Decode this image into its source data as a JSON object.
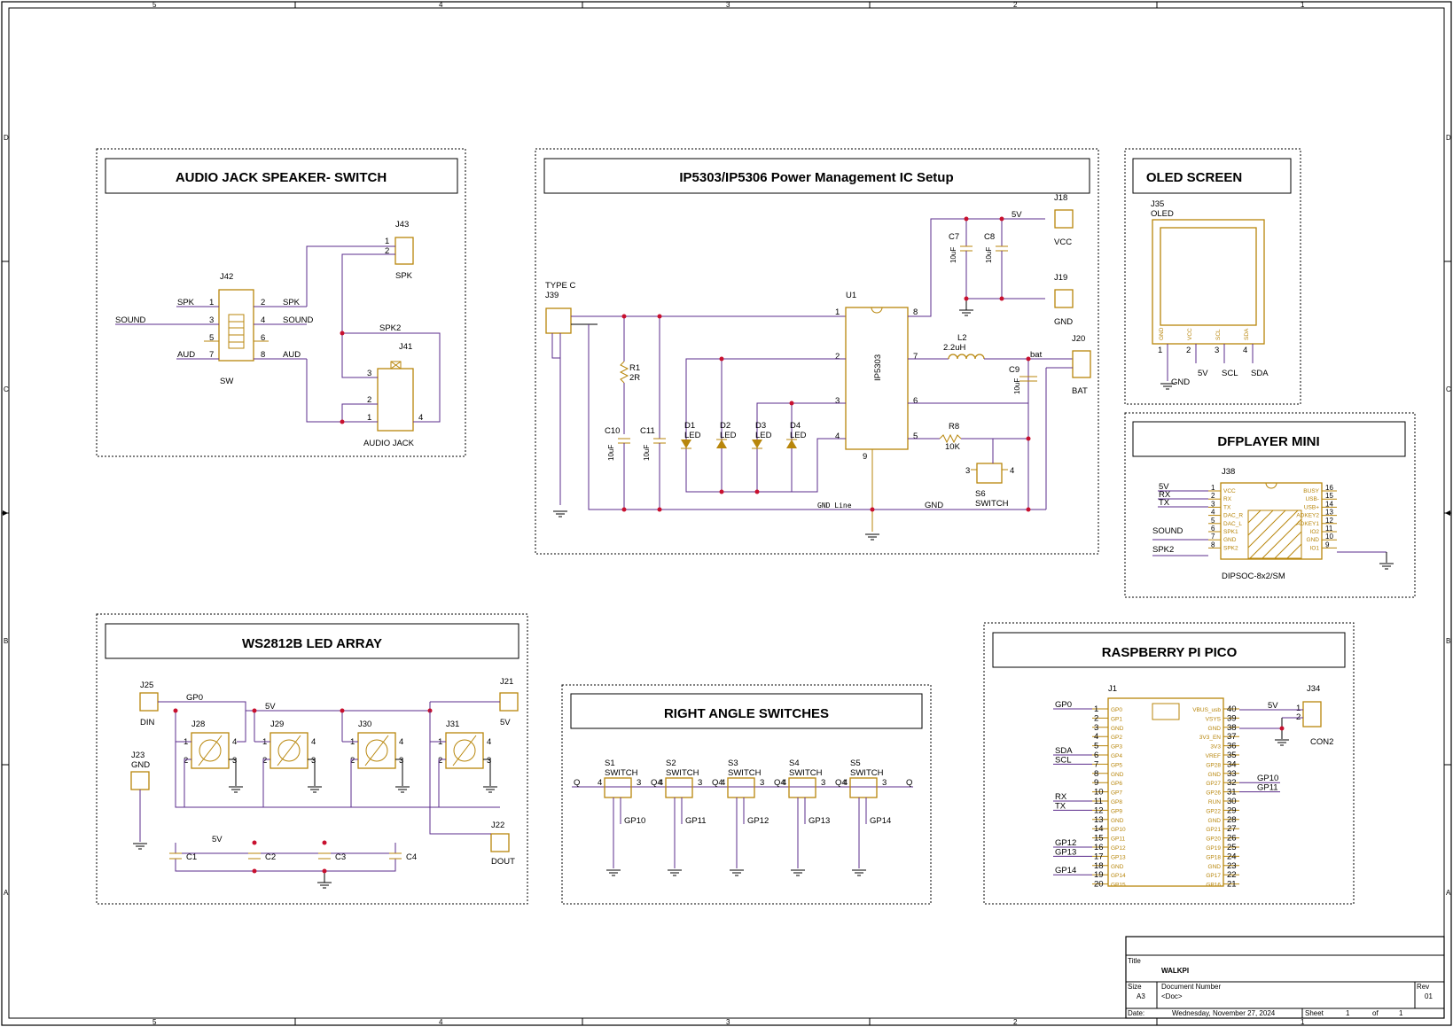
{
  "frame": {
    "col_labels": [
      "5",
      "4",
      "3",
      "2",
      "1"
    ],
    "row_labels": [
      "D",
      "C",
      "B",
      "A"
    ]
  },
  "blocks": {
    "audio": {
      "title": "AUDIO JACK SPEAKER- SWITCH",
      "j42": "J42",
      "sw": "SW",
      "j43": "J43",
      "spk_name": "SPK",
      "j41": "J41",
      "audio_jack": "AUDIO JACK",
      "net_spk": "SPK",
      "net_sound": "SOUND",
      "net_aud": "AUD",
      "net_spk2": "SPK2",
      "pins": [
        "1",
        "3",
        "5",
        "7",
        "2",
        "4",
        "6",
        "8"
      ],
      "j43_pins": [
        "1",
        "2"
      ],
      "j41_pins": [
        "3",
        "2",
        "1",
        "4"
      ]
    },
    "power": {
      "title": "IP5303/IP5306 Power Management IC Setup",
      "type_c": "TYPE C",
      "j39": "J39",
      "u1": "U1",
      "ic": "IP5303",
      "r1": "R1",
      "r1v": "2R",
      "c10": "C10",
      "c11": "C11",
      "cap_val": "10uF",
      "d1": "D1",
      "d2": "D2",
      "d3": "D3",
      "d4": "D4",
      "led": "LED",
      "l2": "L2",
      "l2v": "2.2uH",
      "r8": "R8",
      "r8v": "10K",
      "s6": "S6",
      "switch": "SWITCH",
      "c7": "C7",
      "c8": "C8",
      "c9": "C9",
      "j18": "J18",
      "vcc": "VCC",
      "j19": "J19",
      "gnd": "GND",
      "j20": "J20",
      "bat": "BAT",
      "net_5v": "5V",
      "net_bat": "bat",
      "net_gnd_line": "GND Line",
      "net_gnd": "GND",
      "ic_pins": [
        "1",
        "2",
        "3",
        "4",
        "8",
        "7",
        "6",
        "5",
        "9"
      ]
    },
    "oled": {
      "title": "OLED SCREEN",
      "j35": "J35",
      "type": "OLED",
      "pin_names": [
        "GND",
        "VCC",
        "SCL",
        "SDA"
      ],
      "pins": [
        "1",
        "2",
        "3",
        "4"
      ],
      "nets": [
        "GND",
        "5V",
        "SCL",
        "SDA"
      ]
    },
    "dfplayer": {
      "title": "DFPLAYER MINI",
      "j38": "J38",
      "pkg": "DIPSOC-8x2/SM",
      "left_pins": [
        "1",
        "2",
        "3",
        "4",
        "5",
        "6",
        "7",
        "8"
      ],
      "left_names": [
        "VCC",
        "RX",
        "TX",
        "DAC_R",
        "DAC_L",
        "SPK1",
        "GND",
        "SPK2"
      ],
      "right_pins": [
        "16",
        "15",
        "14",
        "13",
        "12",
        "11",
        "10",
        "9"
      ],
      "right_names": [
        "BUSY",
        "USB-",
        "USB+",
        "ADKEY2",
        "ADKEY1",
        "IO2",
        "GND",
        "IO1"
      ],
      "nets": [
        "5V",
        "RX",
        "TX",
        "SOUND",
        "SPK2"
      ]
    },
    "ws": {
      "title": "WS2812B LED ARRAY",
      "j25": "J25",
      "din": "DIN",
      "j23": "J23",
      "gnd": "GND",
      "j21": "J21",
      "j22": "J22",
      "dout": "DOUT",
      "leds": [
        "J28",
        "J29",
        "J30",
        "J31"
      ],
      "caps": [
        "C1",
        "C2",
        "C3",
        "C4"
      ],
      "net_gp0": "GP0",
      "net_5v": "5V"
    },
    "switches": {
      "title": "RIGHT ANGLE SWITCHES",
      "names": [
        "S1",
        "S2",
        "S3",
        "S4",
        "S5"
      ],
      "type": "SWITCH",
      "nets": [
        "GP10",
        "GP11",
        "GP12",
        "GP13",
        "GP14"
      ],
      "q": "Q",
      "q4": "Q4"
    },
    "pico": {
      "title": "RASPBERRY PI PICO",
      "j1": "J1",
      "j34": "J34",
      "con2": "CON2",
      "net_5v": "5V",
      "left_names": [
        "GP0",
        "GP1",
        "GND",
        "GP2",
        "GP3",
        "GP4",
        "GP5",
        "GND",
        "GP6",
        "GP7",
        "GP8",
        "GP9",
        "GND",
        "GP10",
        "GP11",
        "GP12",
        "GP13",
        "GND",
        "GP14",
        "GP15"
      ],
      "right_names": [
        "VBUS_usb",
        "VSYS",
        "GND",
        "3V3_EN",
        "3V3",
        "VREF",
        "GP28",
        "GND",
        "GP27",
        "GP26",
        "RUN",
        "GP22",
        "GND",
        "GP21",
        "GP20",
        "GP19",
        "GP18",
        "GND",
        "GP17",
        "GP16"
      ],
      "left_nets": {
        "1": "GP0",
        "6": "SDA",
        "7": "SCL",
        "11": "RX",
        "12": "TX",
        "16": "GP12",
        "17": "GP13",
        "19": "GP14"
      },
      "right_nets": {
        "32": "GP10",
        "31": "GP11"
      }
    }
  },
  "title_block": {
    "title_label": "Title",
    "title": "WALKPI",
    "size_label": "Size",
    "size": "A3",
    "doc_label": "Document Number",
    "doc": "<Doc>",
    "rev_label": "Rev",
    "rev": "01",
    "date_label": "Date:",
    "date": "Wednesday, November 27, 2024",
    "sheet_label": "Sheet",
    "sheet": "1",
    "of_label": "of",
    "sheets": "1"
  },
  "colors": {
    "wire": "#5b2c8c",
    "part": "#b8860b",
    "junction": "#c8102e",
    "frame": "#000000"
  }
}
